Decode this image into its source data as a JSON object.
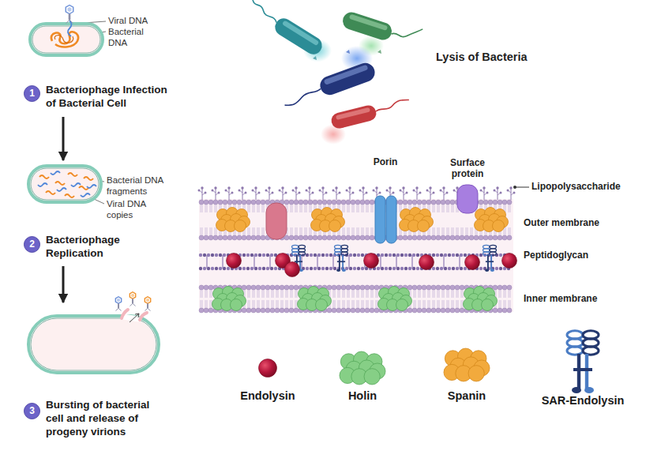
{
  "diagram": {
    "nodes": [
      {
        "text": [
          "Bacteriophage Infection of Bacterial Cell"
        ]
      },
      {
        "text": [
          "1"
        ]
      },
      {
        "text": [
          "Bacteriophage Replication"
        ]
      },
      {
        "text": [
          "2"
        ]
      },
      {
        "text": [
          "Bursting of bacterial cell and release of progeny virions"
        ]
      },
      {
        "text": [
          "3"
        ]
      }
    ],
    "edges": [
      {
        "from": 0,
        "to": 2,
        "arrow": "to"
      },
      {
        "from": 2,
        "to": 4,
        "arrow": "to"
      }
    ],
    "labels": [
      "Viral DNA",
      "Bacterial DNA",
      "Bacterial DNA fragments",
      "Viral DNA copies",
      "Lysis of Bacteria",
      "Porin",
      "Surface protein",
      "Lipopolysaccharide",
      "Outer membrane",
      "Peptidoglycan",
      "Inner membrane"
    ],
    "legend": [
      {
        "text": "Endolysin"
      },
      {
        "text": "Holin"
      },
      {
        "text": "Spanin"
      },
      {
        "text": "SAR-Endolysin"
      }
    ]
  }
}
